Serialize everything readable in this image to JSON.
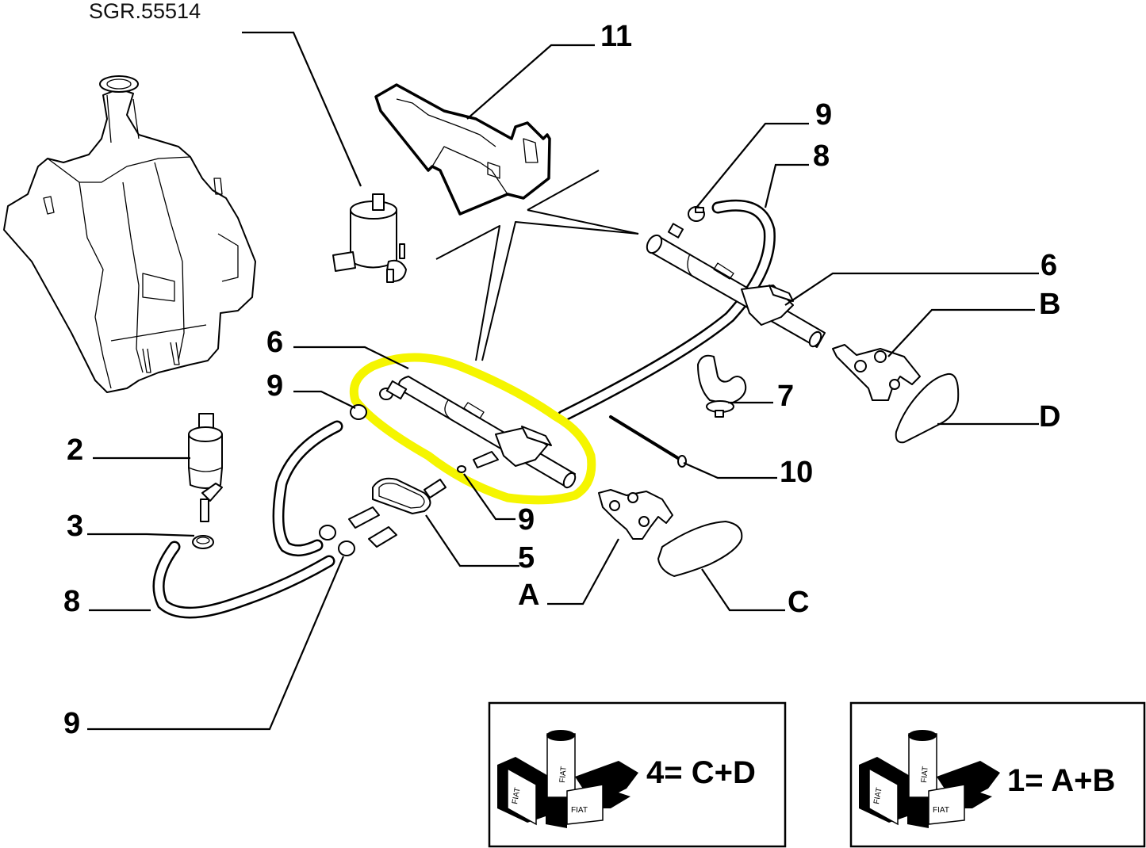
{
  "diagram": {
    "code": "SGR.55514",
    "highlight_color": "#f5f500",
    "highlighted_part": "6",
    "callouts": [
      {
        "id": "11",
        "label": "11",
        "part": "bracket"
      },
      {
        "id": "9a",
        "label": "9",
        "part": "hose-clamp"
      },
      {
        "id": "8a",
        "label": "8",
        "part": "hose"
      },
      {
        "id": "6a",
        "label": "6",
        "part": "telescopic-washer-cylinder"
      },
      {
        "id": "B",
        "label": "B",
        "part": "headlamp-washer-nozzle-right"
      },
      {
        "id": "7",
        "label": "7",
        "part": "hose-clip"
      },
      {
        "id": "D",
        "label": "D",
        "part": "nozzle-cover-right"
      },
      {
        "id": "10",
        "label": "10",
        "part": "cable-tie"
      },
      {
        "id": "6b",
        "label": "6",
        "part": "telescopic-washer-cylinder"
      },
      {
        "id": "9b",
        "label": "9",
        "part": "hose-clamp"
      },
      {
        "id": "2",
        "label": "2",
        "part": "washer-pump"
      },
      {
        "id": "3",
        "label": "3",
        "part": "pump-grommet"
      },
      {
        "id": "8b",
        "label": "8",
        "part": "hose"
      },
      {
        "id": "9c",
        "label": "9",
        "part": "hose-clamp"
      },
      {
        "id": "5",
        "label": "5",
        "part": "hose-junction"
      },
      {
        "id": "A",
        "label": "A",
        "part": "headlamp-washer-nozzle-left"
      },
      {
        "id": "C",
        "label": "C",
        "part": "nozzle-cover-left"
      },
      {
        "id": "9d",
        "label": "9",
        "part": "hose-clamp"
      }
    ],
    "kits": [
      {
        "text": "4= C+D",
        "logo": "FIAT"
      },
      {
        "text": "1= A+B",
        "logo": "FIAT"
      }
    ]
  }
}
